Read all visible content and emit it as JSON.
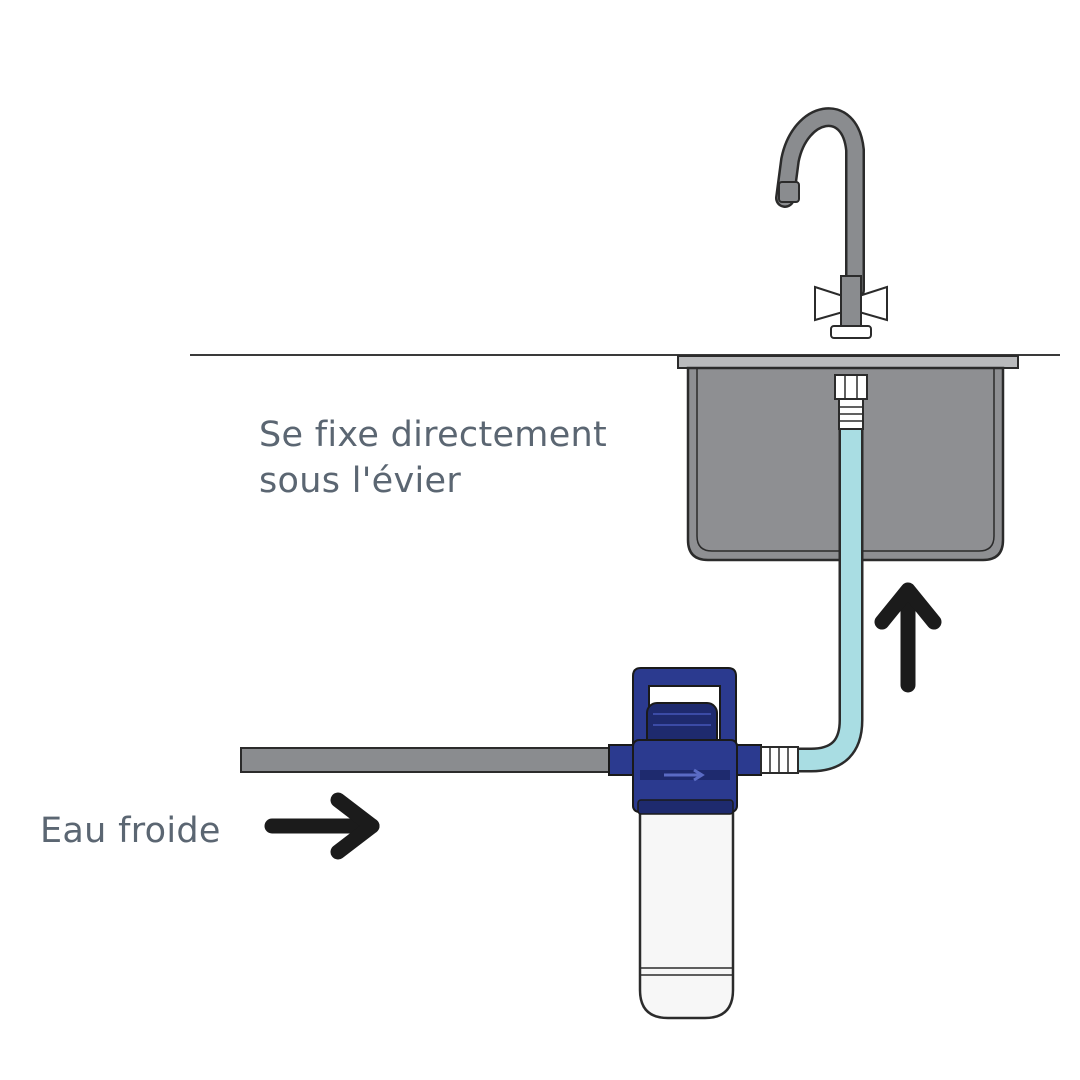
{
  "labels": {
    "mount_line1": "Se fixe directement",
    "mount_line2": "sous l'évier",
    "cold_water": "Eau froide"
  },
  "colors": {
    "pipe_gray": "#8a8c8f",
    "outline": "#2b2b2b",
    "hose_blue": "#a9dde3",
    "filter_blue": "#2b3a8f",
    "filter_blue_dark": "#1e2a6e",
    "sink_fill": "#8e8f92",
    "cartridge_white": "#f7f7f7",
    "arrow_black": "#1b1b1b",
    "text_gray": "#5b6672"
  },
  "icons": {
    "faucet": "faucet-icon",
    "arrow_up": "arrow-up-icon",
    "arrow_right": "arrow-right-icon"
  }
}
